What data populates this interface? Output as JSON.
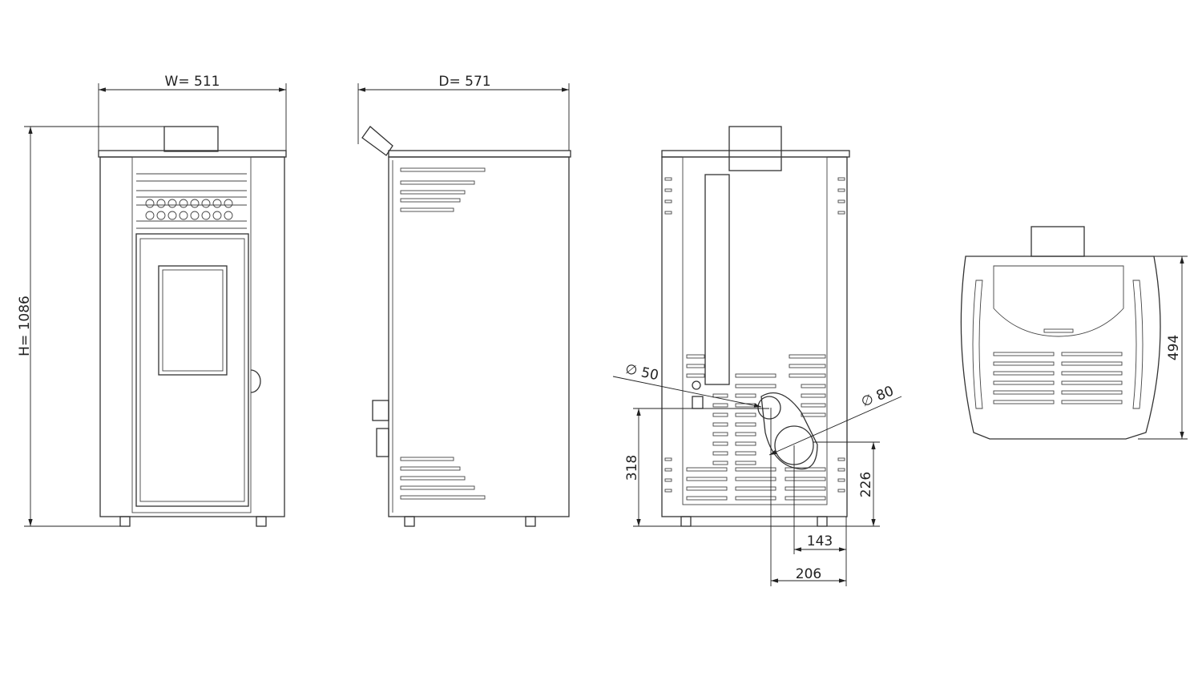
{
  "front_view": {
    "width_label": "W= 511",
    "height_label": "H= 1086"
  },
  "side_view": {
    "depth_label": "D= 571"
  },
  "rear_view": {
    "pipe_small_label": "∅ 50",
    "pipe_large_label": "∅ 80",
    "small_pipe_height": "318",
    "large_pipe_height": "226",
    "large_pipe_offset": "143",
    "small_pipe_offset": "206"
  },
  "top_view": {
    "depth_label": "494"
  }
}
